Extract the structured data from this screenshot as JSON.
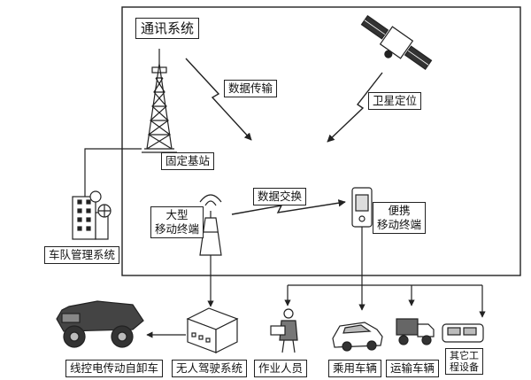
{
  "diagram": {
    "system_title": "通讯系统",
    "links": {
      "data_transmission": "数据传输",
      "data_exchange": "数据交换",
      "satellite_positioning": "卫星定位"
    },
    "nodes": {
      "base_station": "固定基站",
      "large_mobile_terminal": [
        "大型",
        "移动终端"
      ],
      "portable_mobile_terminal": [
        "便携",
        "移动终端"
      ],
      "fleet_management": "车队管理系统"
    },
    "bottom_items": {
      "dump_truck": "线控电传动自卸车",
      "unmanned_system": "无人驾驶系统",
      "operators": "作业人员",
      "passenger_vehicle": "乘用车辆",
      "transport_vehicle": "运输车辆",
      "other_equipment": [
        "其它工",
        "程设备"
      ]
    }
  },
  "colors": {
    "line": "#222222",
    "background": "#ffffff"
  },
  "icons": [
    "tower-icon",
    "satellite-icon",
    "building-icon",
    "antenna-icon",
    "phone-icon",
    "dump-truck-icon",
    "control-box-icon",
    "worker-icon",
    "car-icon",
    "transport-truck-icon",
    "other-vehicle-icon",
    "lightning-icon"
  ]
}
